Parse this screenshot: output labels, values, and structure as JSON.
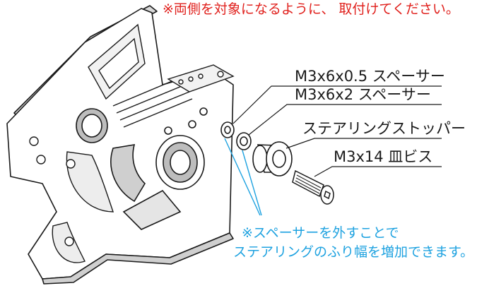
{
  "note_top": "※両側を対象になるように、 取付けてください。",
  "parts": {
    "spacer_05": "M3x6x0.5 スペーサー",
    "spacer_2": "M3x6x2 スペーサー",
    "steering_stopper": "ステアリングストッパー",
    "flat_screw": "M3x14 皿ビス"
  },
  "note_bottom": {
    "line1": "※スペーサーを外すことで",
    "line2": "ステアリングのふり幅を増加できます。"
  },
  "colors": {
    "note_top": "#e0201c",
    "note_bottom": "#1ea2e0",
    "linework": "#1a1a1a"
  }
}
